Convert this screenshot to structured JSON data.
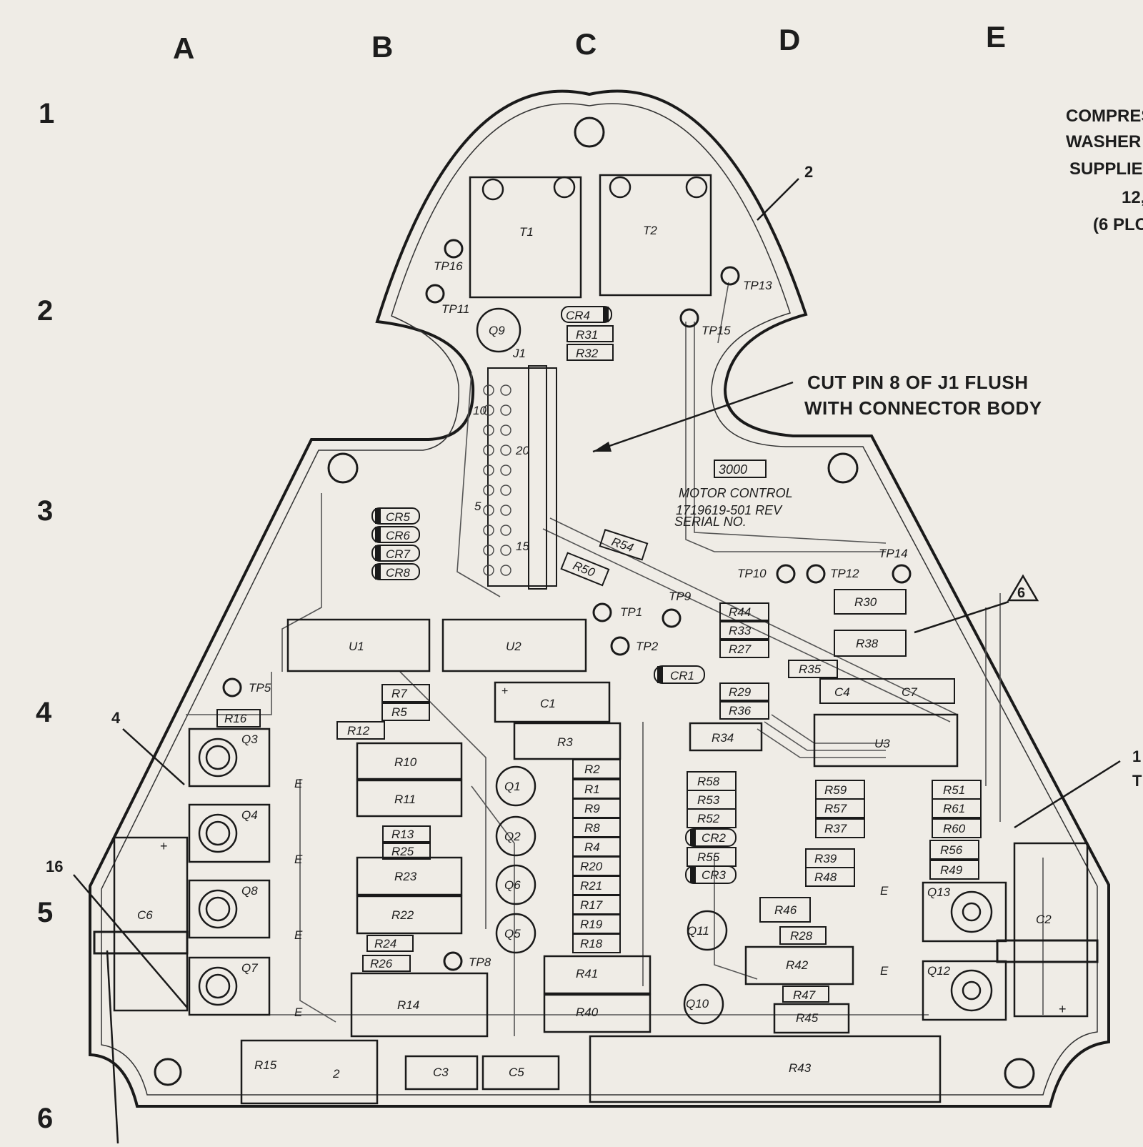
{
  "grid": {
    "columns": [
      "A",
      "B",
      "C",
      "D",
      "E"
    ],
    "rows": [
      "1",
      "2",
      "3",
      "4",
      "5",
      "6"
    ]
  },
  "side_note": [
    "COMPRES",
    "WASHER",
    "SUPPLIE",
    "12,",
    "(6 PLC"
  ],
  "notes": {
    "cut_pin_line1": "CUT PIN 8 OF J1 FLUSH",
    "cut_pin_line2": "WITH CONNECTOR BODY",
    "board_number": "3000",
    "board_line1": "MOTOR CONTROL",
    "board_line2": "1719619-501  REV",
    "board_line3": "SERIAL  NO.",
    "flag_6": "6"
  },
  "callouts": {
    "c2": "2",
    "c4": "4",
    "c16": "16",
    "c1": "1",
    "cT": "T"
  },
  "connector": {
    "ref": "J1",
    "pin10": "10",
    "pin20": "20",
    "pin5": "5",
    "pin15": "15"
  },
  "components": {
    "T1": "T1",
    "T2": "T2",
    "TP16": "TP16",
    "TP11": "TP11",
    "TP13": "TP13",
    "TP15": "TP15",
    "Q9": "Q9",
    "CR4": "CR4",
    "R31": "R31",
    "R32": "R32",
    "CR5": "CR5",
    "CR6": "CR6",
    "CR7": "CR7",
    "CR8": "CR8",
    "R54": "R54",
    "R50": "R50",
    "TP14": "TP14",
    "TP10": "TP10",
    "TP12": "TP12",
    "TP9": "TP9",
    "TP1": "TP1",
    "TP2": "TP2",
    "R30": "R30",
    "R44": "R44",
    "R33": "R33",
    "R27": "R27",
    "R38": "R38",
    "R35": "R35",
    "U1": "U1",
    "U2": "U2",
    "CR1": "CR1",
    "TP5": "TP5",
    "R7": "R7",
    "R5": "R5",
    "C1": "C1",
    "C1plus": "+",
    "R29": "R29",
    "R36": "R36",
    "C4": "C4",
    "C7": "C7",
    "R16": "R16",
    "R12": "R12",
    "R3": "R3",
    "R34": "R34",
    "U3": "U3",
    "Q3": "Q3",
    "R10": "R10",
    "R2": "R2",
    "R1": "R1",
    "Q4": "Q4",
    "R11": "R11",
    "Q1": "Q1",
    "R9": "R9",
    "R8": "R8",
    "R4": "R4",
    "R20": "R20",
    "R21": "R21",
    "R17": "R17",
    "R19": "R19",
    "R18": "R18",
    "R13": "R13",
    "R25": "R25",
    "Q2": "Q2",
    "Q6": "Q6",
    "Q5": "Q5",
    "R23": "R23",
    "R22": "R22",
    "Q8": "Q8",
    "Q7": "Q7",
    "R24": "R24",
    "R26": "R26",
    "TP8": "TP8",
    "R14": "R14",
    "R41": "R41",
    "R40": "R40",
    "R58": "R58",
    "R53": "R53",
    "R52": "R52",
    "CR2": "CR2",
    "R55": "R55",
    "CR3": "CR3",
    "R59": "R59",
    "R57": "R57",
    "R37": "R37",
    "R51": "R51",
    "R61": "R61",
    "R60": "R60",
    "R39": "R39",
    "R48": "R48",
    "R56": "R56",
    "R49": "R49",
    "R46": "R46",
    "R28": "R28",
    "R42": "R42",
    "R47": "R47",
    "R45": "R45",
    "Q11": "Q11",
    "Q10": "Q10",
    "Q13": "Q13",
    "Q12": "Q12",
    "C6": "C6",
    "C6plus": "+",
    "C2": "C2",
    "C2plus": "+",
    "R15": "R15",
    "R15n": "2",
    "C3": "C3",
    "C5": "C5",
    "R43": "R43",
    "E": "E"
  }
}
